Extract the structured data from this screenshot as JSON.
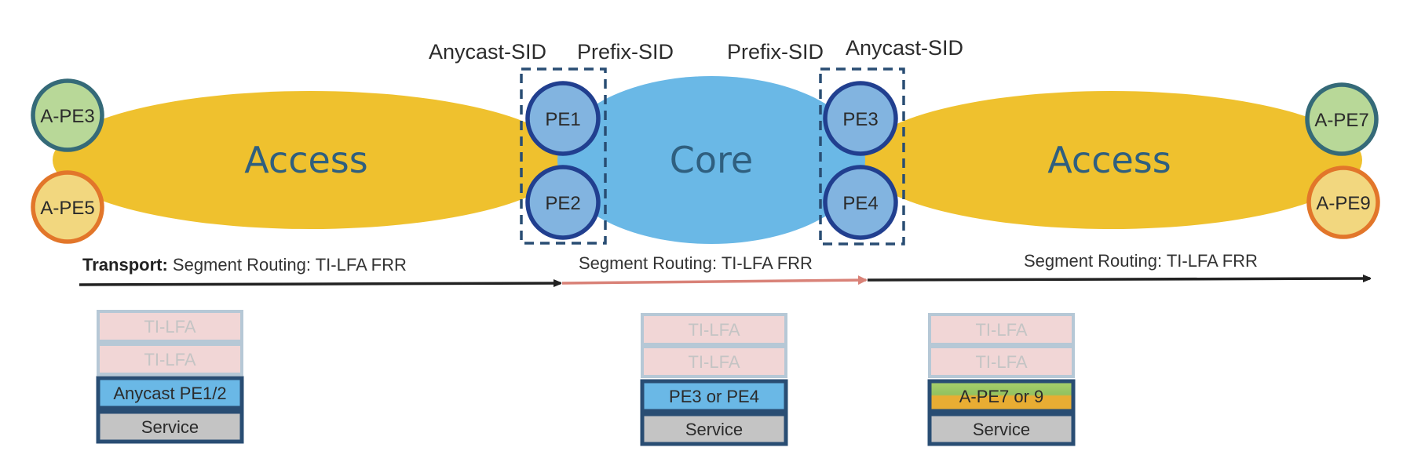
{
  "regions": {
    "access_left": {
      "label": "Access",
      "color": "#efc12e"
    },
    "core": {
      "label": "Core",
      "color": "#6ab8e6"
    },
    "access_right": {
      "label": "Access",
      "color": "#efc12e"
    }
  },
  "nodes": {
    "a_pe3": {
      "label": "A-PE3",
      "fill": "#b8d898",
      "stroke": "#356a78"
    },
    "a_pe5": {
      "label": "A-PE5",
      "fill": "#f2d77f",
      "stroke": "#e2762a"
    },
    "pe1": {
      "label": "PE1",
      "fill": "#82b4e0",
      "stroke": "#213f8f"
    },
    "pe2": {
      "label": "PE2",
      "fill": "#82b4e0",
      "stroke": "#213f8f"
    },
    "pe3": {
      "label": "PE3",
      "fill": "#82b4e0",
      "stroke": "#213f8f"
    },
    "pe4": {
      "label": "PE4",
      "fill": "#82b4e0",
      "stroke": "#213f8f"
    },
    "a_pe7": {
      "label": "A-PE7",
      "fill": "#b8d898",
      "stroke": "#356a78"
    },
    "a_pe9": {
      "label": "A-PE9",
      "fill": "#f2d77f",
      "stroke": "#e2762a"
    }
  },
  "sid_labels": {
    "left_anycast": "Anycast-SID",
    "left_prefix": "Prefix-SID",
    "right_prefix": "Prefix-SID",
    "right_anycast": "Anycast-SID"
  },
  "transport": {
    "left_bold": "Transport:",
    "left_text": " Segment Routing: TI-LFA FRR",
    "middle_text": "Segment Routing: TI-LFA FRR",
    "right_text": "Segment Routing: TI-LFA FRR",
    "arrow_colors": {
      "left": "#222222",
      "middle": "#d98278",
      "right": "#222222"
    }
  },
  "label_stacks": {
    "left": [
      "TI-LFA",
      "TI-LFA",
      "Anycast PE1/2",
      "Service"
    ],
    "middle": [
      "TI-LFA",
      "TI-LFA",
      "PE3 or PE4",
      "Service"
    ],
    "right": [
      "TI-LFA",
      "TI-LFA",
      "A-PE7 or 9",
      "Service"
    ]
  },
  "colors": {
    "tilfa_fill": "#f1d6d6",
    "tilfa_stroke": "#b6c8d6",
    "tilfa_text": "#c4c4c4",
    "prefix_fill": "#6ab8e6",
    "service_fill": "#c4c4c4",
    "active_stroke": "#294d73",
    "ape_green": "#92c260",
    "ape_orange": "#e8ad33",
    "dash_box": "#294d73"
  }
}
